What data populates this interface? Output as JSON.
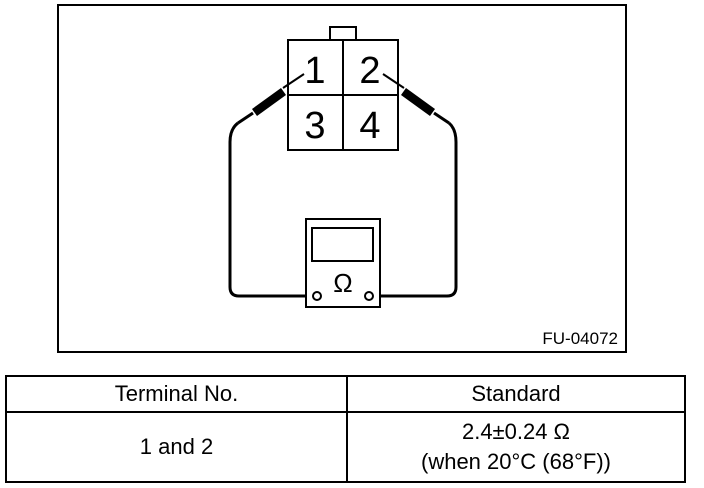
{
  "figure": {
    "code": "FU-04072",
    "terminals": [
      "1",
      "2",
      "3",
      "4"
    ],
    "meter_symbol": "Ω"
  },
  "table": {
    "headers": [
      "Terminal No.",
      "Standard"
    ],
    "rows": [
      {
        "terminal": "1 and 2",
        "standard_value": "2.4±0.24 Ω",
        "standard_condition": "(when 20°C (68°F))"
      }
    ]
  }
}
